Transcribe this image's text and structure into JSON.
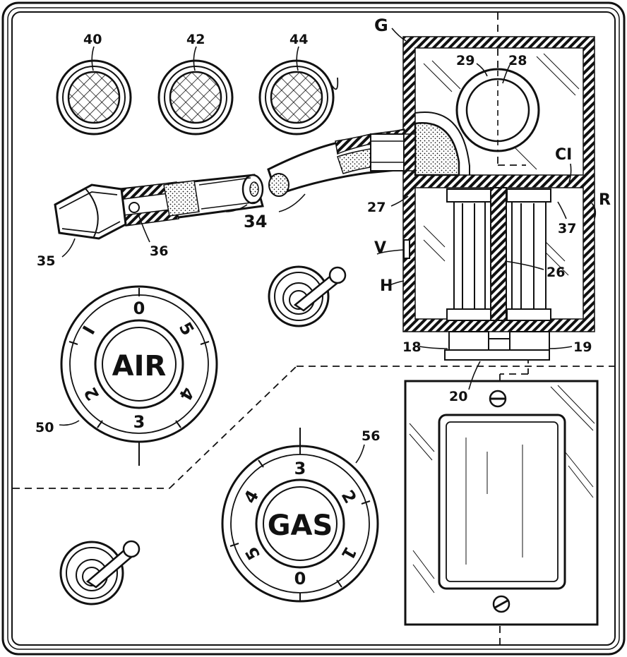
{
  "labels": {
    "l40": "40",
    "l42": "42",
    "l44": "44",
    "lG": "G",
    "l29": "29",
    "l28": "28",
    "lC1": "CI",
    "lR": "R",
    "l27": "27",
    "l37": "37",
    "l34": "34",
    "l35": "35",
    "l36": "36",
    "lV": "V",
    "lH": "H",
    "l26": "26",
    "l18": "18",
    "l19": "19",
    "l20": "20",
    "l50": "50",
    "l56": "56"
  },
  "air_dial": {
    "title": "AIR",
    "numbers": [
      "0",
      "I",
      "5",
      "2",
      "4",
      "3"
    ]
  },
  "gas_dial": {
    "title": "GAS",
    "numbers": [
      "3",
      "4",
      "2",
      "5",
      "1",
      "0"
    ]
  },
  "colors": {
    "ink": "#111111",
    "paper": "#ffffff"
  }
}
